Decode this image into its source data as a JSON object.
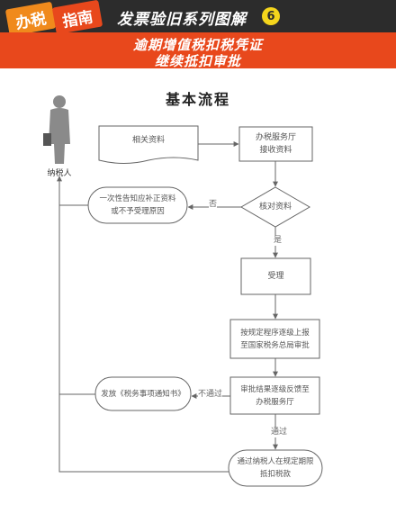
{
  "header": {
    "badge_left": "办税",
    "badge_right": "指南",
    "series_title": "发票验旧系列图解",
    "series_number": "6",
    "subtitle_line1": "逾期增值税扣税凭证",
    "subtitle_line2": "继续抵扣审批"
  },
  "diagram": {
    "title": "基本流程",
    "nodes": {
      "related_docs": "相关资料",
      "hall_receive": "办税服务厅\n接收资料",
      "verify": "核对资料",
      "notify_reject": "一次性告知应补正资料\n或不予受理原因",
      "accept": "受理",
      "report": "按规定程序逐级上报\n至国家税务总局审批",
      "feedback": "审批结果逐级反馈至\n办税服务厅",
      "issue_notice": "发放《税务事项通知书》",
      "notify_taxpayer": "通过纳税人在规定期限\n抵扣税款",
      "taxpayer": "纳税人"
    },
    "edges": {
      "no": "否",
      "yes": "是",
      "not_passed": "不通过",
      "passed": "通过"
    }
  },
  "colors": {
    "header_bg": "#2c2c2c",
    "banner": "#e8481c",
    "badge_orange": "#f08a1c",
    "badge_red": "#e8481c",
    "number_circle": "#f4d51c",
    "stroke": "#666666"
  }
}
